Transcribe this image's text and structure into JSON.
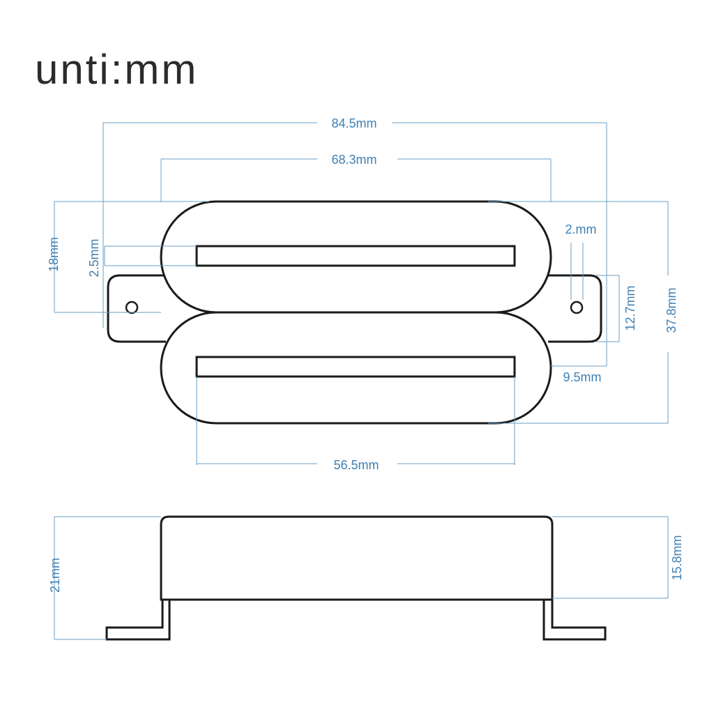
{
  "title": "unti:mm",
  "colors": {
    "outline": "#1a1a1a",
    "dimension": "#3e7fb3"
  },
  "dimensions": {
    "overall_width": "84.5mm",
    "cover_width": "68.3mm",
    "rail_length": "56.5mm",
    "bobbin_height": "18mm",
    "rail_offset": "2.5mm",
    "hole_diameter": "2.mm",
    "tab_height": "12.7mm",
    "tab_offset": "9.5mm",
    "overall_length": "37.8mm",
    "total_height": "21mm",
    "cover_height": "15.8mm"
  }
}
